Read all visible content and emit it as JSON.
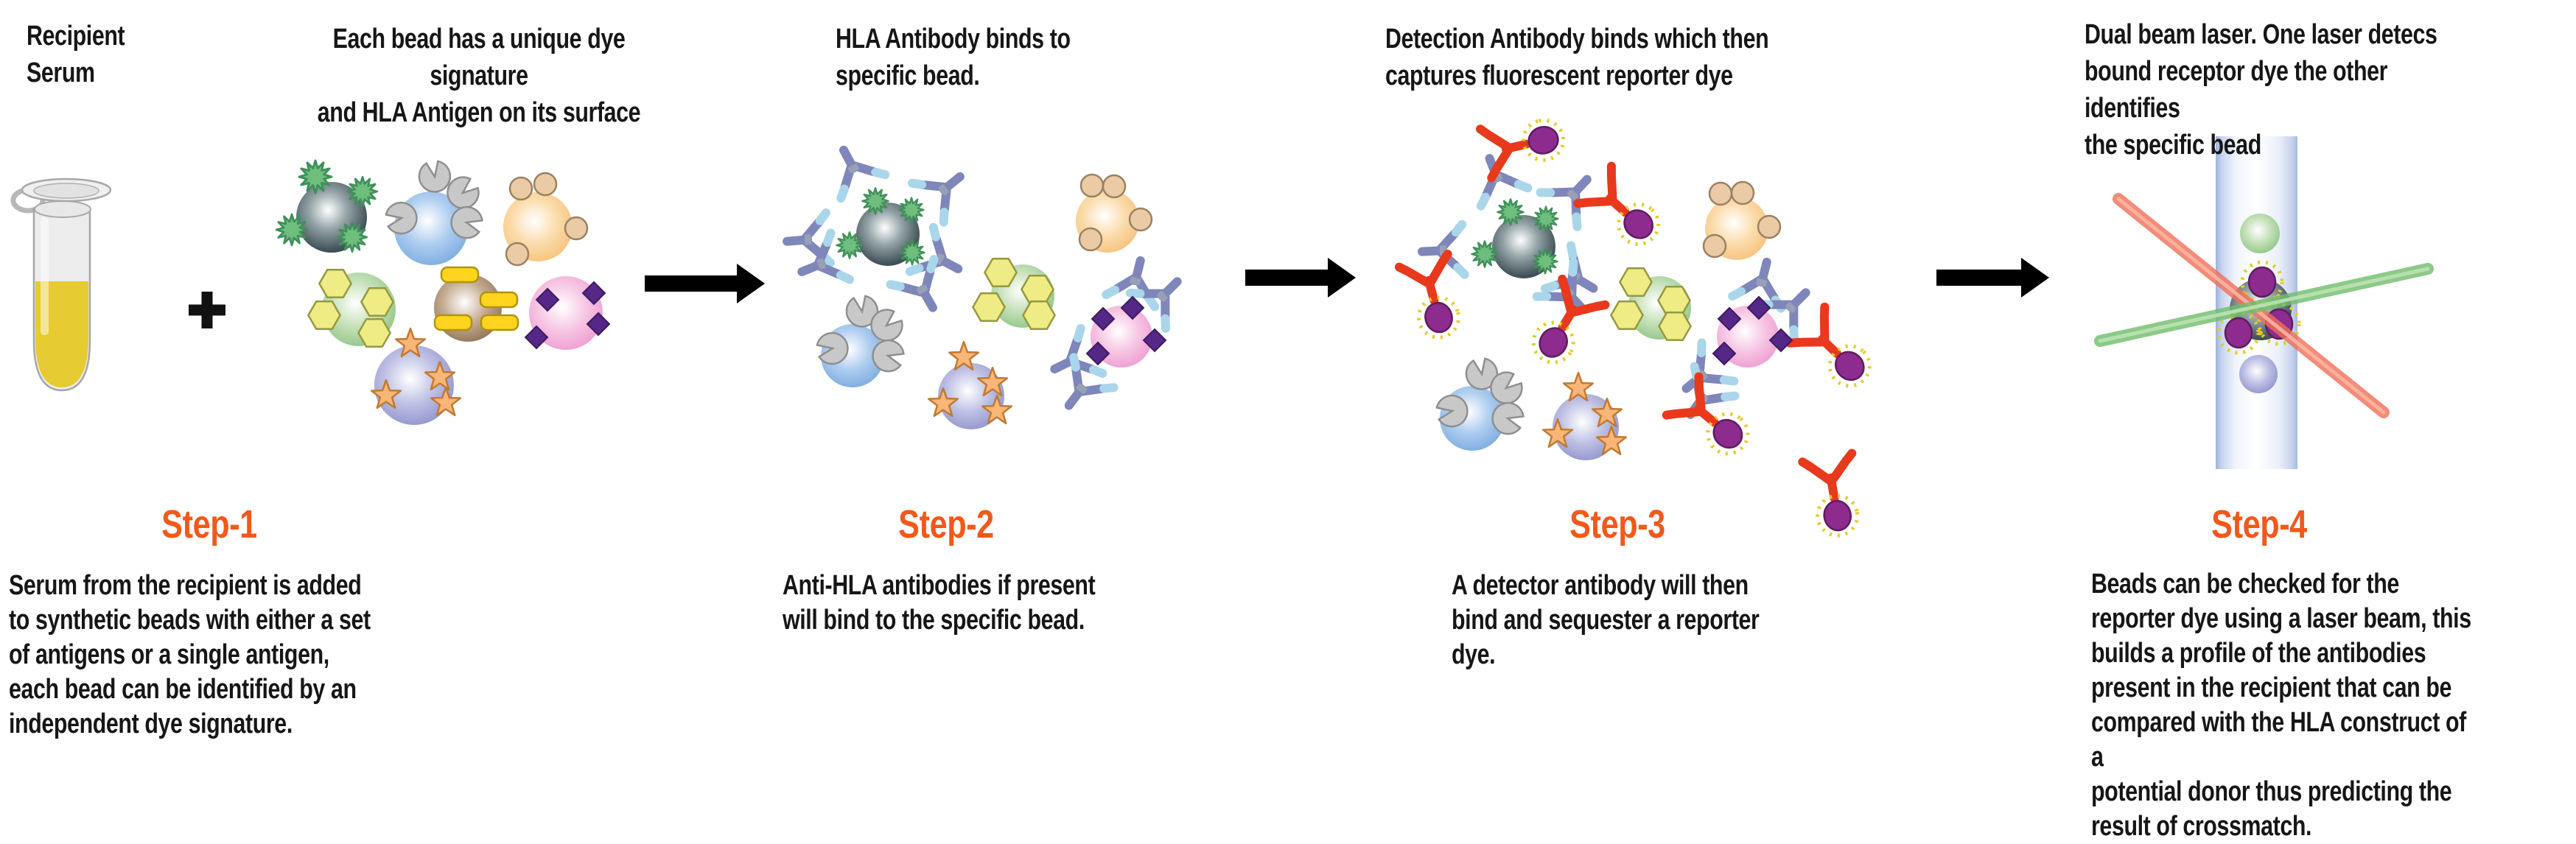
{
  "palette": {
    "accent_orange": "#F4581A",
    "text_black": "#161616",
    "antibody_slate": "#7E86BA",
    "antibody_tip_blue": "#A9D6EA",
    "detection_antibody_red": "#E8391C",
    "reporter_dye_purple": "#8E2B8E",
    "reporter_ray_yellow": "#E6CB25",
    "laser_red": "#EF7058",
    "laser_green": "#70BE6A",
    "serum_yellow": "#E7CB32",
    "channel_blue": "#AEC0E4"
  },
  "labels": {
    "recipient_serum": "Recipient\nSerum"
  },
  "icons": {
    "plus": "+",
    "arrow_right": "➔"
  },
  "steps": [
    {
      "header": "Each bead has a unique dye signature\nand HLA Antigen on its surface",
      "title": "Step-1",
      "description": "Serum from the recipient is added\nto synthetic beads with either a set\nof antigens or a single antigen,\neach bead can be identified by an\nindependent dye signature."
    },
    {
      "header": "HLA Antibody binds to\nspecific bead.",
      "title": "Step-2",
      "description": "Anti-HLA antibodies if present\nwill bind to the specific bead."
    },
    {
      "header": "Detection Antibody binds which then\ncaptures fluorescent reporter dye",
      "title": "Step-3",
      "description": "A detector antibody will then\nbind and sequester a reporter\ndye."
    },
    {
      "header": "Dual beam laser. One laser detecs\nbound receptor dye the other identifies\nthe specific bead",
      "title": "Step-4",
      "description": "Beads can be checked for the\nreporter dye using a laser beam, this\nbuilds a profile of the antibodies\npresent in the recipient that can be\ncompared with the HLA construct of a\npotential donor thus predicting the\nresult of crossmatch."
    }
  ],
  "beads": [
    {
      "name": "dark-gray-bead",
      "color": "#43545A",
      "antigen": "green-starburst"
    },
    {
      "name": "blue-bead",
      "color": "#6FA3DC",
      "antigen": "gray-wedge"
    },
    {
      "name": "orange-bead",
      "color": "#F5B96B",
      "antigen": "tan-circle"
    },
    {
      "name": "green-bead",
      "color": "#7FBE78",
      "antigen": "yellow-hexagon"
    },
    {
      "name": "brown-bead",
      "color": "#7D6147",
      "antigen": "yellow-bar"
    },
    {
      "name": "pink-bead",
      "color": "#EC8FCB",
      "antigen": "purple-diamond"
    },
    {
      "name": "periwinkle-bead",
      "color": "#8286C4",
      "antigen": "orange-star"
    }
  ]
}
